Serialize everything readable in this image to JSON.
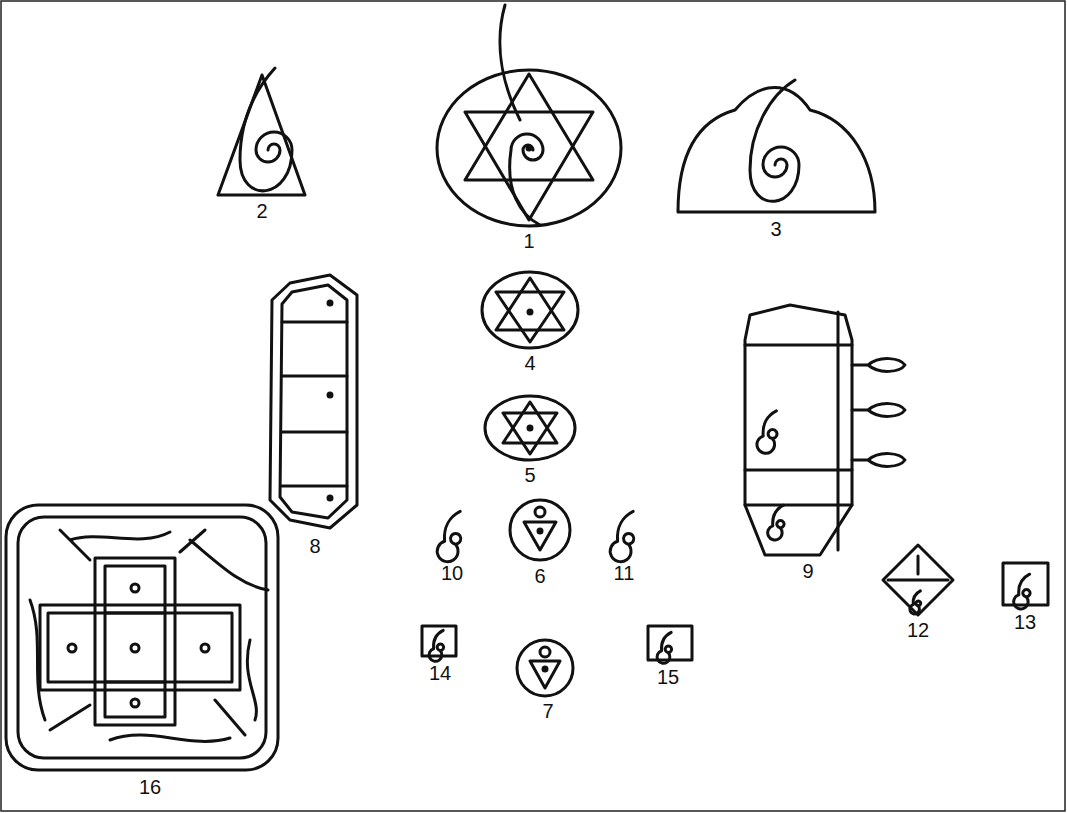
{
  "diagram": {
    "labels": [
      "2",
      "1",
      "3",
      "4",
      "5",
      "8",
      "9",
      "10",
      "6",
      "11",
      "12",
      "13",
      "14",
      "7",
      "15",
      "16"
    ]
  }
}
